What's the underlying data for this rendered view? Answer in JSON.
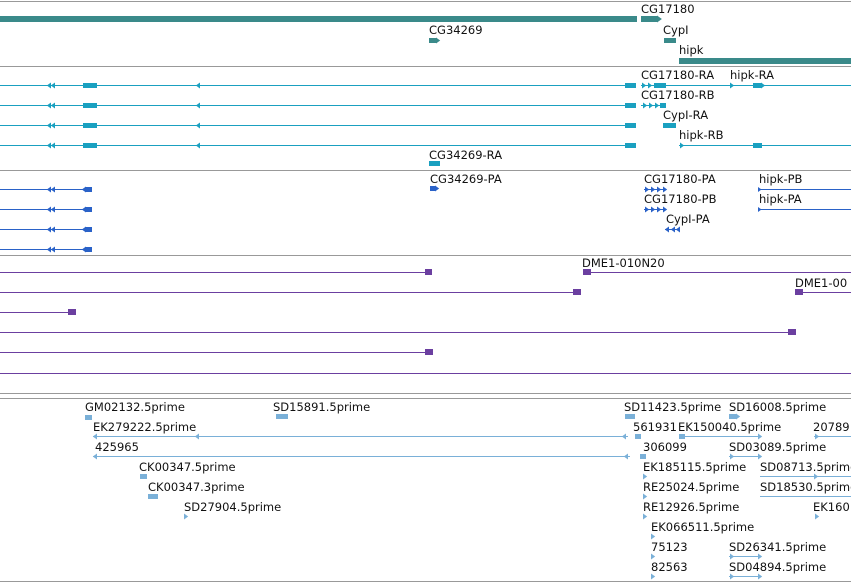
{
  "colors": {
    "gene": "#3a8a8a",
    "transcript": "#1aa0c0",
    "protein": "#2a62c8",
    "bac": "#6b3fa0",
    "est": "#7ab0d8",
    "divider": "#999999"
  },
  "tracks": {
    "genes": [
      {
        "label": "CG17180"
      },
      {
        "label": "CG34269"
      },
      {
        "label": "CypI"
      },
      {
        "label": "hipk"
      }
    ],
    "transcripts": [
      {
        "label": "CG17180-RA"
      },
      {
        "label": "hipk-RA"
      },
      {
        "label": "CG17180-RB"
      },
      {
        "label": "CypI-RA"
      },
      {
        "label": "hipk-RB"
      },
      {
        "label": "CG34269-RA"
      }
    ],
    "proteins": [
      {
        "label": "CG34269-PA"
      },
      {
        "label": "CG17180-PA"
      },
      {
        "label": "hipk-PB"
      },
      {
        "label": "CG17180-PB"
      },
      {
        "label": "hipk-PA"
      },
      {
        "label": "CypI-PA"
      }
    ],
    "bacs": [
      {
        "label": "DME1-010N20"
      },
      {
        "label": "DME1-00"
      }
    ],
    "ests": [
      {
        "label": "GM02132.5prime"
      },
      {
        "label": "SD15891.5prime"
      },
      {
        "label": "SD11423.5prime"
      },
      {
        "label": "SD16008.5prime"
      },
      {
        "label": "EK279222.5prime"
      },
      {
        "label": "561931"
      },
      {
        "label": "EK150040.5prime"
      },
      {
        "label": "20789"
      },
      {
        "label": "425965"
      },
      {
        "label": "306099"
      },
      {
        "label": "SD03089.5prime"
      },
      {
        "label": "CK00347.5prime"
      },
      {
        "label": "EK185115.5prime"
      },
      {
        "label": "SD08713.5prime"
      },
      {
        "label": "CK00347.3prime"
      },
      {
        "label": "RE25024.5prime"
      },
      {
        "label": "SD18530.5prime"
      },
      {
        "label": "SD27904.5prime"
      },
      {
        "label": "RE12926.5prime"
      },
      {
        "label": "EK160"
      },
      {
        "label": "EK066511.5prime"
      },
      {
        "label": "75123"
      },
      {
        "label": "SD26341.5prime"
      },
      {
        "label": "82563"
      },
      {
        "label": "SD04894.5prime"
      }
    ]
  }
}
